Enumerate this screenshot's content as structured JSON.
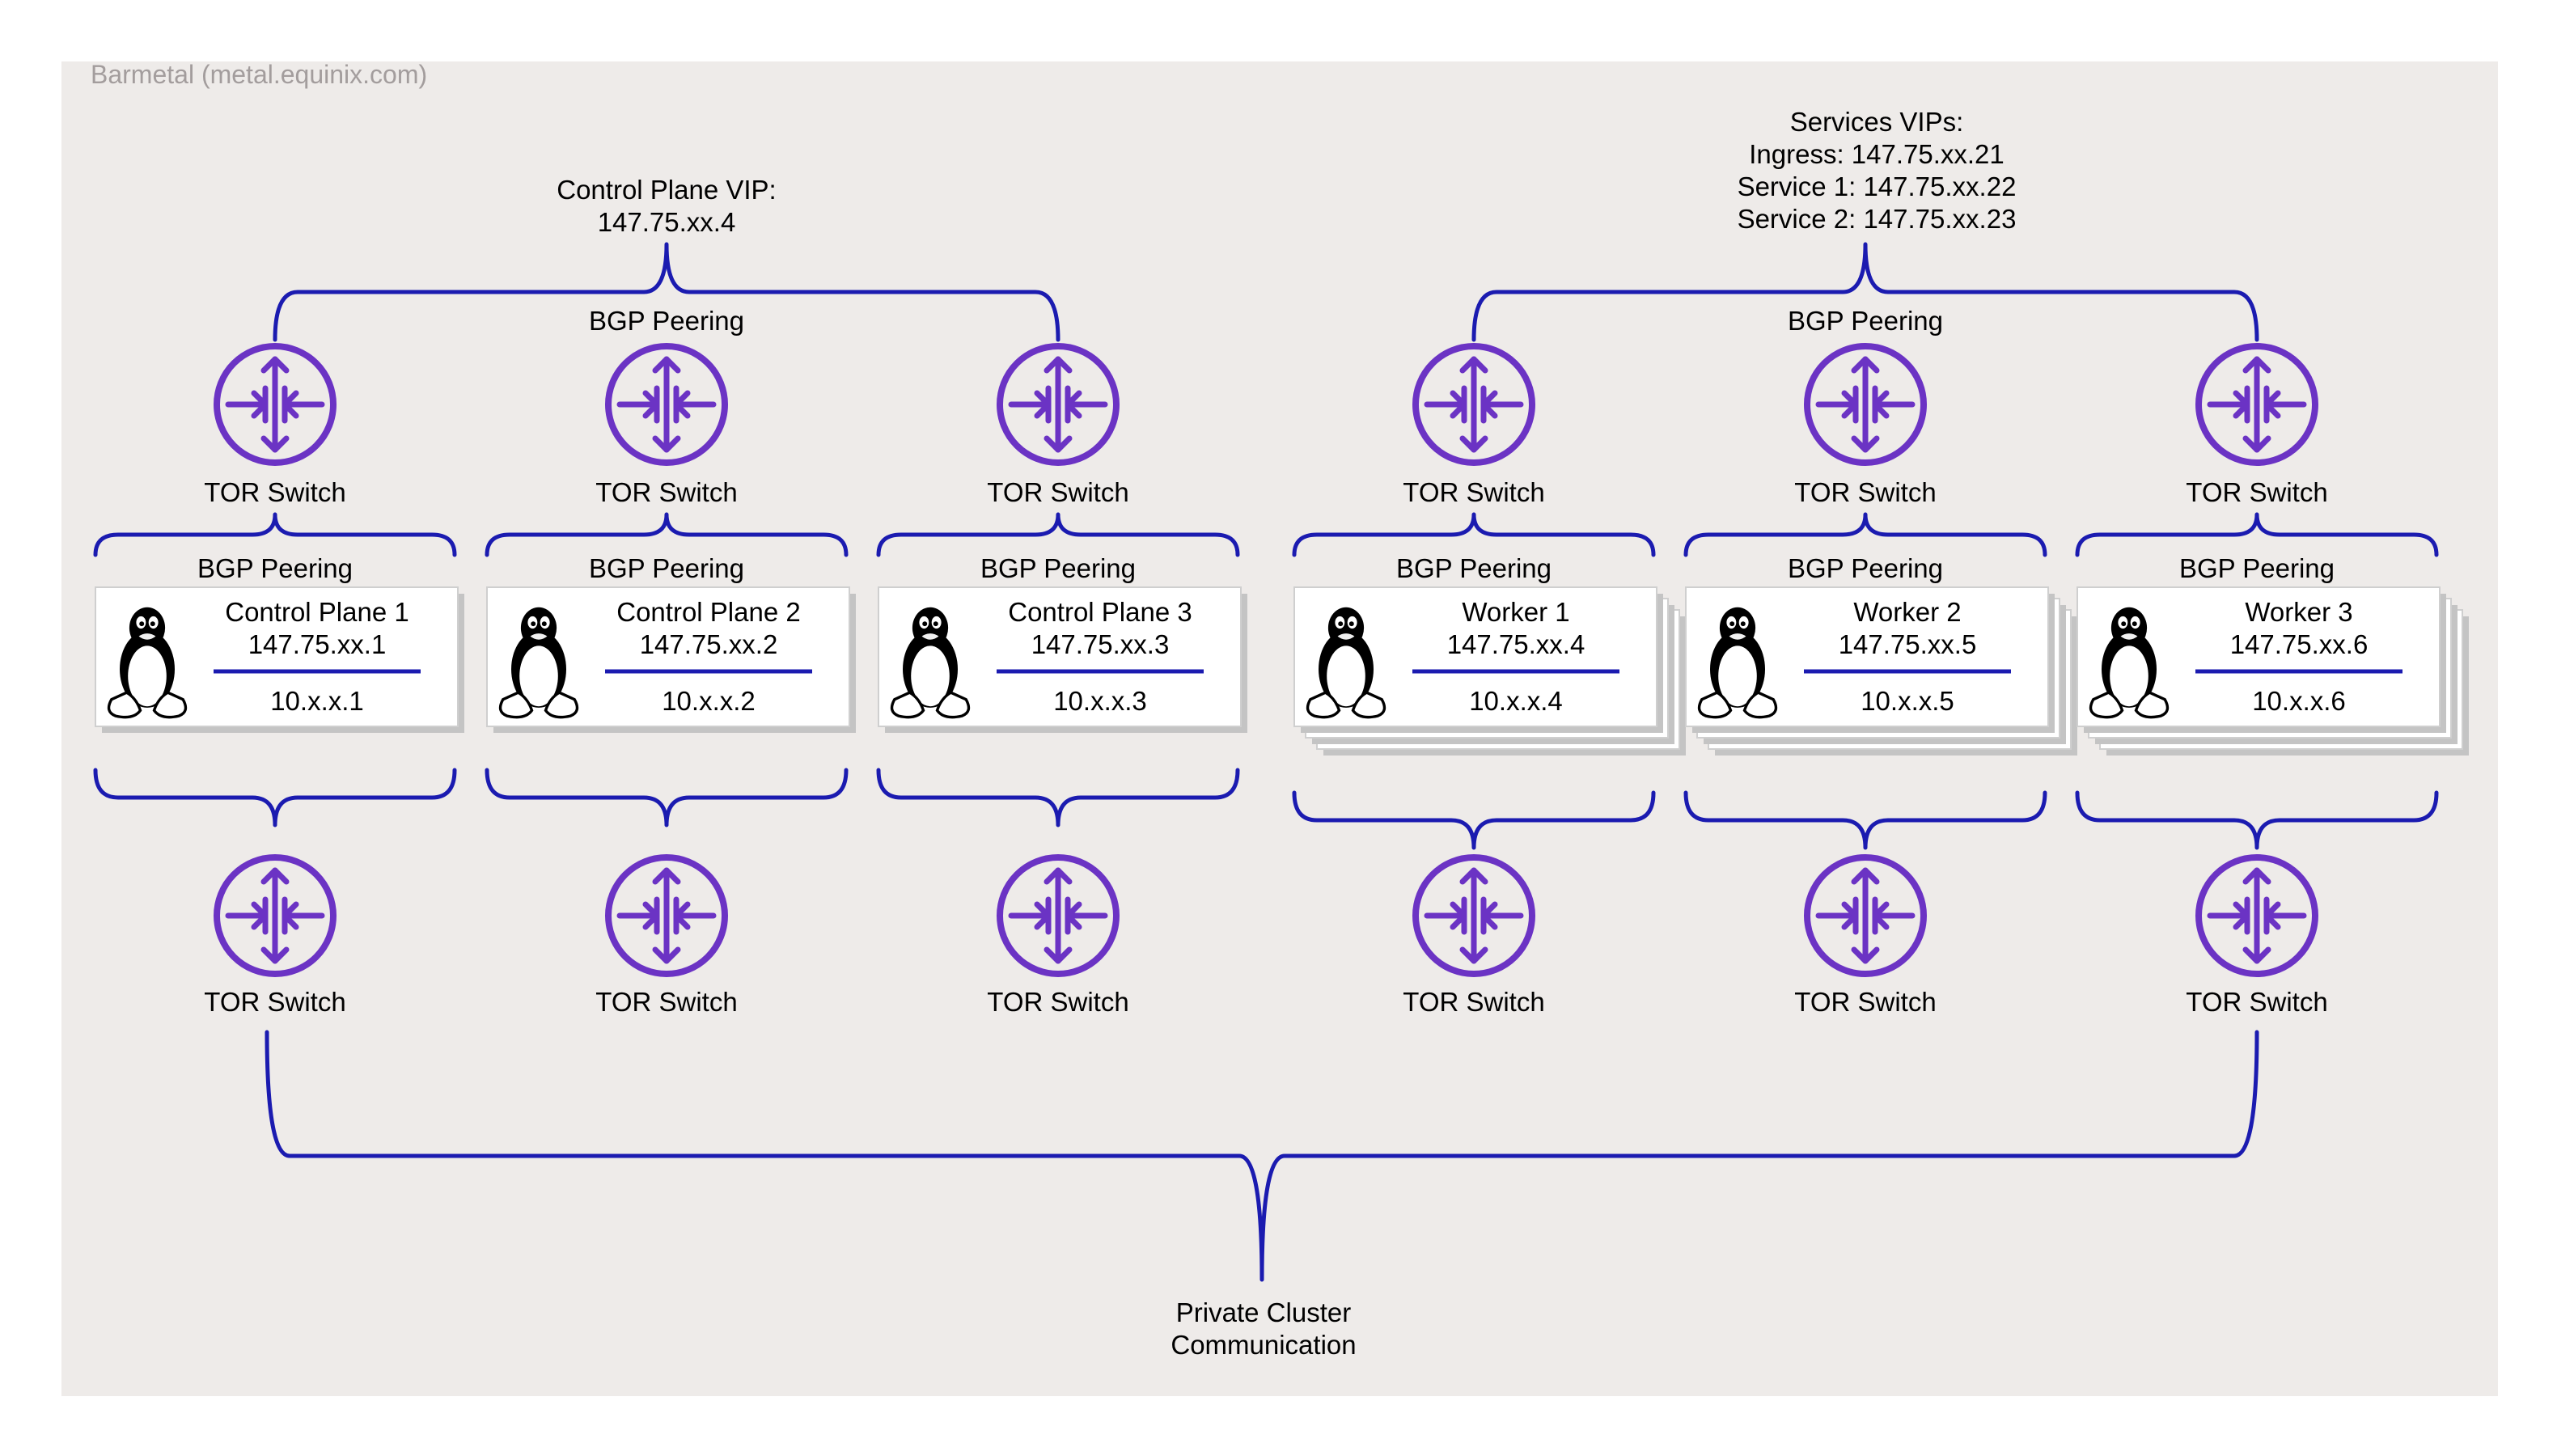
{
  "panel": {
    "title": "Barmetal (metal.equinix.com)",
    "background": "#eeebe9",
    "title_color": "#a39d9d"
  },
  "colors": {
    "brace": "#1b1bb0",
    "router": "#6b33c4",
    "card_border": "#cfcfcf",
    "card_shadow": "#c4c4c4"
  },
  "vips": {
    "control_plane": [
      "Control Plane VIP:",
      "147.75.xx.4"
    ],
    "services": [
      "Services VIPs:",
      "Ingress: 147.75.xx.21",
      "Service 1: 147.75.xx.22",
      "Service 2: 147.75.xx.23"
    ]
  },
  "bgp_label": "BGP Peering",
  "switch_label": "TOR Switch",
  "switch_icon": "router-icon",
  "node_icon": "tux-penguin-icon",
  "nodes": [
    {
      "name": "Control Plane 1",
      "public_ip": "147.75.xx.1",
      "private_ip": "10.x.x.1",
      "stacked": false
    },
    {
      "name": "Control Plane 2",
      "public_ip": "147.75.xx.2",
      "private_ip": "10.x.x.2",
      "stacked": false
    },
    {
      "name": "Control Plane 3",
      "public_ip": "147.75.xx.3",
      "private_ip": "10.x.x.3",
      "stacked": false
    },
    {
      "name": "Worker 1",
      "public_ip": "147.75.xx.4",
      "private_ip": "10.x.x.4",
      "stacked": true
    },
    {
      "name": "Worker 2",
      "public_ip": "147.75.xx.5",
      "private_ip": "10.x.x.5",
      "stacked": true
    },
    {
      "name": "Worker 3",
      "public_ip": "147.75.xx.6",
      "private_ip": "10.x.x.6",
      "stacked": true
    }
  ],
  "private_network": [
    "Private Cluster",
    "Communication"
  ]
}
